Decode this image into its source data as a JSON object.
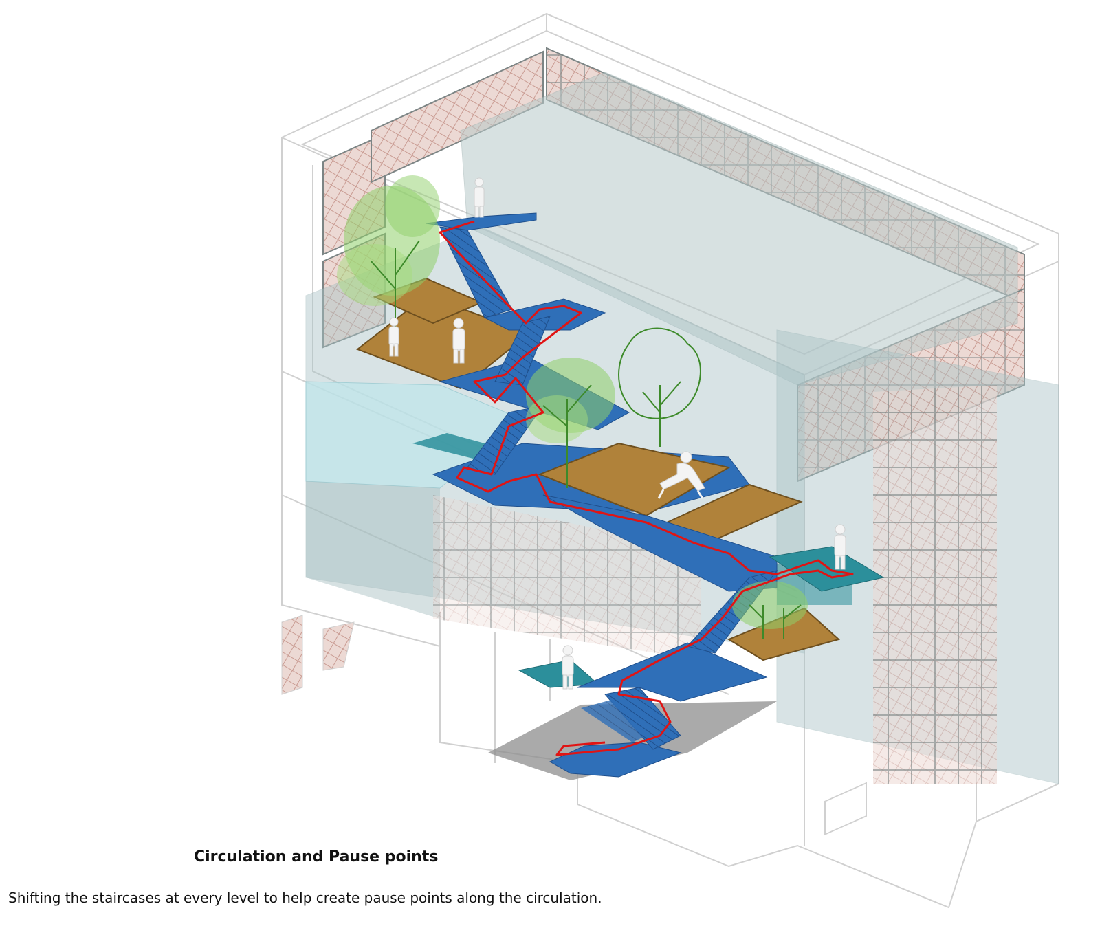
{
  "caption": {
    "title": "Circulation and Pause points",
    "description": "Shifting the staircases at every level to help create pause points along the circulation."
  },
  "colors": {
    "structure_line": "#d6d6d6",
    "glass_volume": "#a9c3c6",
    "glass_cyan": "#bfe7ec",
    "brick_screen": "#d9b4ad",
    "window_frame": "#7c8585",
    "staircase_blue": "#2f6fb8",
    "landing_teal": "#2c8f9b",
    "circulation_path": "#e01414",
    "timber_deck": "#b0823a",
    "tree_green": "#8fcf6a",
    "tree_outline": "#3d8a2a",
    "shadow_plane": "#8d8d8d",
    "human_figure": "#f4f4f4"
  },
  "elements": {
    "figures": [
      "figure-top-landing",
      "figure-deck-1a",
      "figure-deck-1b",
      "figure-seated",
      "figure-right-landing",
      "figure-ground-landing"
    ],
    "trees": [
      "tree-upper-left",
      "tree-mid-green",
      "tree-outline",
      "tree-lower-right"
    ]
  }
}
